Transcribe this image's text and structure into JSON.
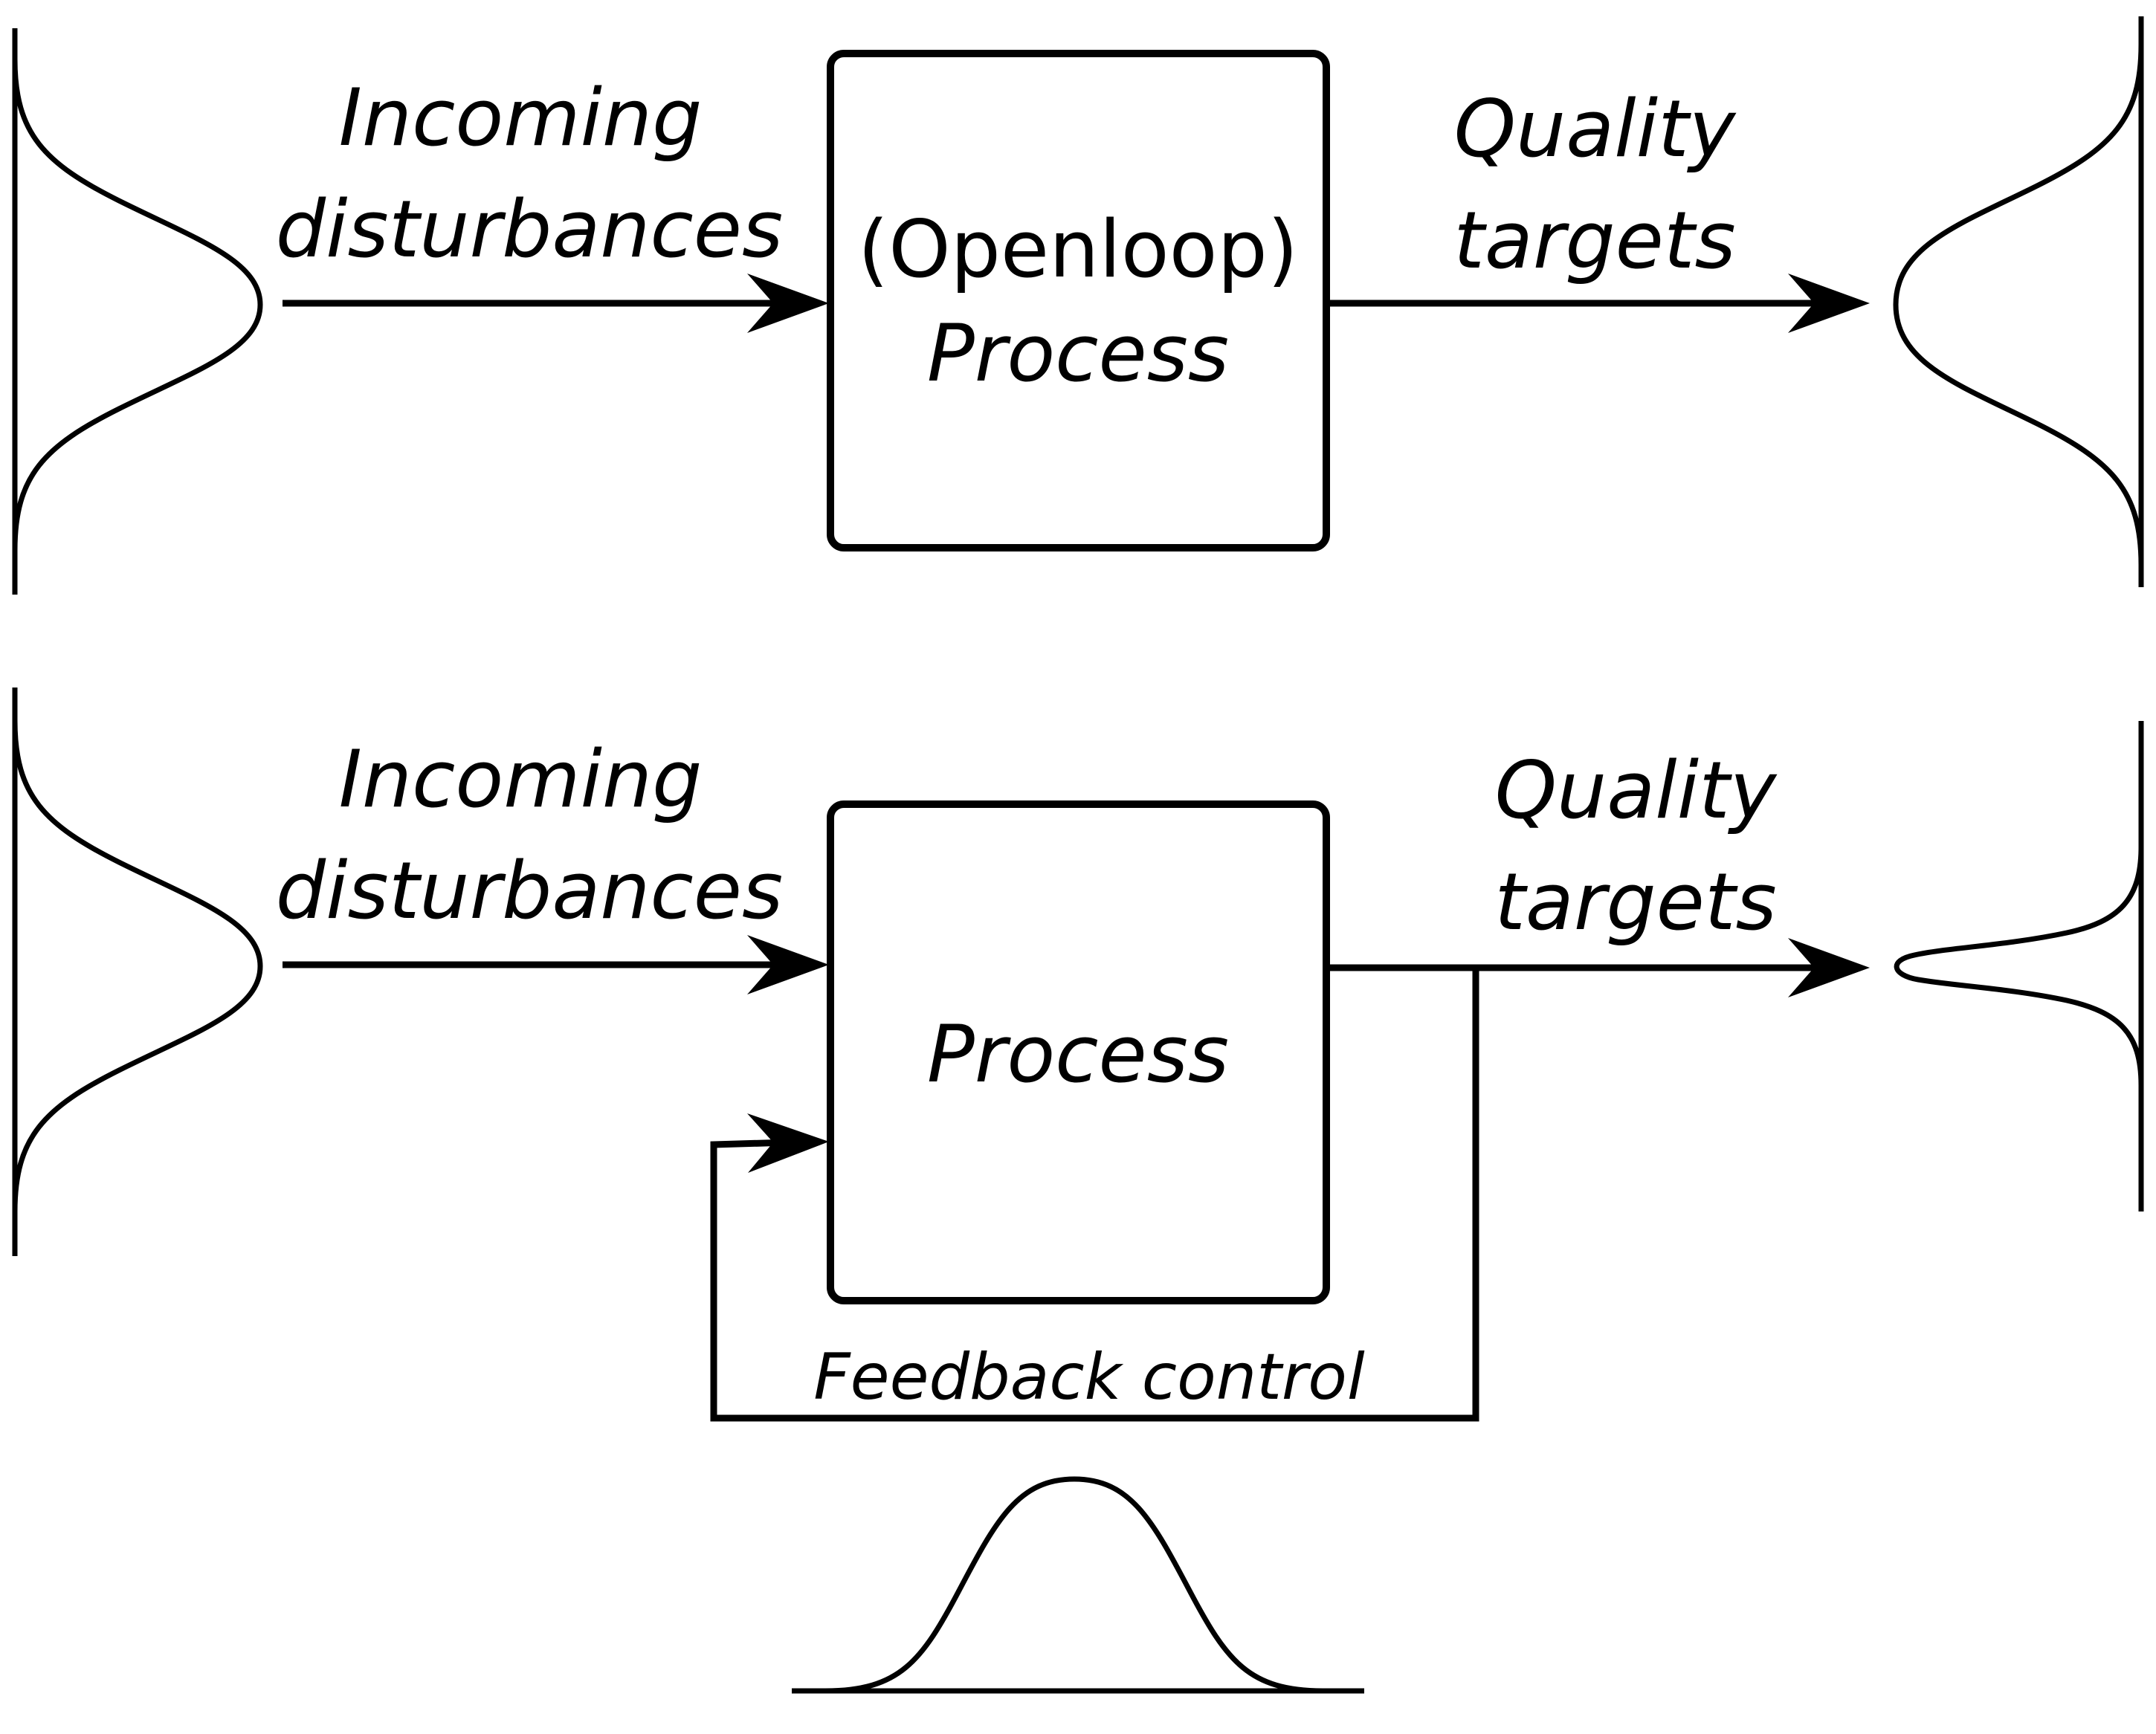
{
  "colors": {
    "stroke": "#000000",
    "background": "#ffffff"
  },
  "top_row": {
    "input_label_line1": "Incoming",
    "input_label_line2": "disturbances",
    "process_label_line1": "(Openloop)",
    "process_label_line2": "Process",
    "output_label_line1": "Quality",
    "output_label_line2": "targets"
  },
  "bottom_row": {
    "input_label_line1": "Incoming",
    "input_label_line2": "disturbances",
    "process_label": "Process",
    "output_label_line1": "Quality",
    "output_label_line2": "targets",
    "feedback_label": "Feedback control"
  }
}
